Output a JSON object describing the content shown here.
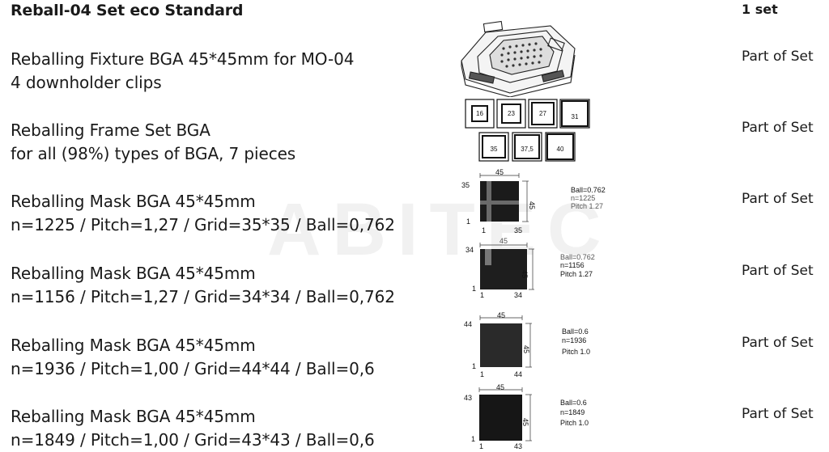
{
  "title": "Reball-04 Set eco Standard",
  "qty_header": "1 set",
  "watermark": "ABITEC",
  "rows": [
    {
      "line1": "Reballing Fixture BGA 45*45mm for MO-04",
      "line2": "4 downholder clips",
      "qty": "Part of Set"
    },
    {
      "line1": "Reballing Frame Set BGA",
      "line2": "for all (98%) types of BGA, 7 pieces",
      "qty": "Part of Set"
    },
    {
      "line1": "Reballing Mask BGA 45*45mm",
      "line2": "n=1225 / Pitch=1,27 / Grid=35*35 / Ball=0,762",
      "qty": "Part of Set"
    },
    {
      "line1": "Reballing Mask BGA 45*45mm",
      "line2": "n=1156 / Pitch=1,27 / Grid=34*34 / Ball=0,762",
      "qty": "Part of Set"
    },
    {
      "line1": "Reballing Mask BGA 45*45mm",
      "line2": "n=1936 / Pitch=1,00 / Grid=44*44 / Ball=0,6",
      "qty": "Part of Set"
    },
    {
      "line1": "Reballing Mask BGA 45*45mm",
      "line2": "n=1849 / Pitch=1,00 / Grid=43*43 / Ball=0,6",
      "qty": "Part of Set"
    }
  ],
  "frames": {
    "top": [
      "16",
      "23",
      "27",
      "31"
    ],
    "bottom": [
      "35",
      "37,5",
      "40"
    ]
  },
  "masks": [
    {
      "dim": "45",
      "grid": "35",
      "start": "1",
      "ball": "Ball=0.762",
      "n": "n=1225",
      "pitch": "Pitch 1.27"
    },
    {
      "dim": "45",
      "grid": "34",
      "start": "1",
      "ball": "Ball=0.762",
      "n": "n=1156",
      "pitch": "Pitch 1.27"
    },
    {
      "dim": "45",
      "grid": "44",
      "start": "1",
      "ball": "Ball=0.6",
      "n": "n=1936",
      "pitch": "Pitch 1.0"
    },
    {
      "dim": "45",
      "grid": "43",
      "start": "1",
      "ball": "Ball=0.6",
      "n": "n=1849",
      "pitch": "Pitch 1.0"
    }
  ]
}
